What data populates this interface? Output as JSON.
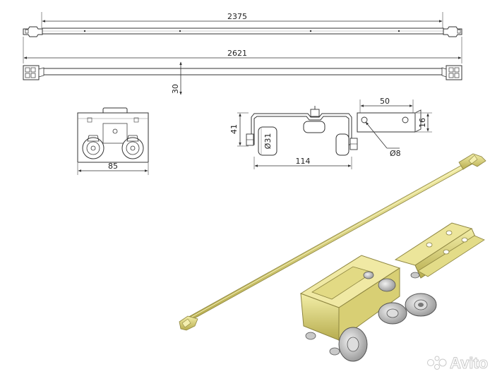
{
  "dimensions": {
    "rail_inner": "2375",
    "rail_total": "2621",
    "rail_height": "30",
    "front_width": "85",
    "side_height": "41",
    "wheel_dia": "Ø31",
    "side_length": "114",
    "bracket_width": "50",
    "bracket_height": "16",
    "hole_dia": "Ø8"
  },
  "watermark": "Avito",
  "colors": {
    "line": "#3a3a3a",
    "thin": "#777777",
    "gold": "#e6df86",
    "gold_dark": "#a8a04a",
    "metal": "#c9c9c9"
  }
}
